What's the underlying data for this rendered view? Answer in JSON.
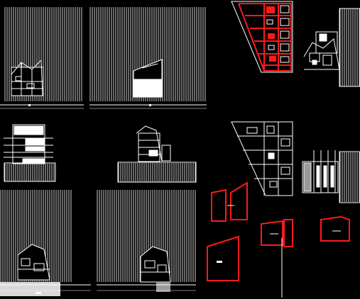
{
  "viewport": {
    "background": "#000000"
  },
  "colors": {
    "line": "#ffffff",
    "highlight": "#ff1a1a",
    "fill_grey": "#9a9a9a",
    "fill_light": "#d8d8d8"
  },
  "drawing": {
    "description_visible": false,
    "sheets": [
      {
        "kind": "hatched-elevation",
        "label": ""
      },
      {
        "kind": "hatched-elevation",
        "label": ""
      },
      {
        "kind": "floor-plan-red",
        "label": ""
      },
      {
        "kind": "hatched-panel",
        "label": ""
      },
      {
        "kind": "section",
        "label": ""
      },
      {
        "kind": "section",
        "label": ""
      },
      {
        "kind": "floor-plan",
        "label": ""
      },
      {
        "kind": "hatched-elevation",
        "label": ""
      },
      {
        "kind": "hatched-elevation",
        "label": ""
      },
      {
        "kind": "red-outline-plans",
        "label": ""
      }
    ]
  }
}
